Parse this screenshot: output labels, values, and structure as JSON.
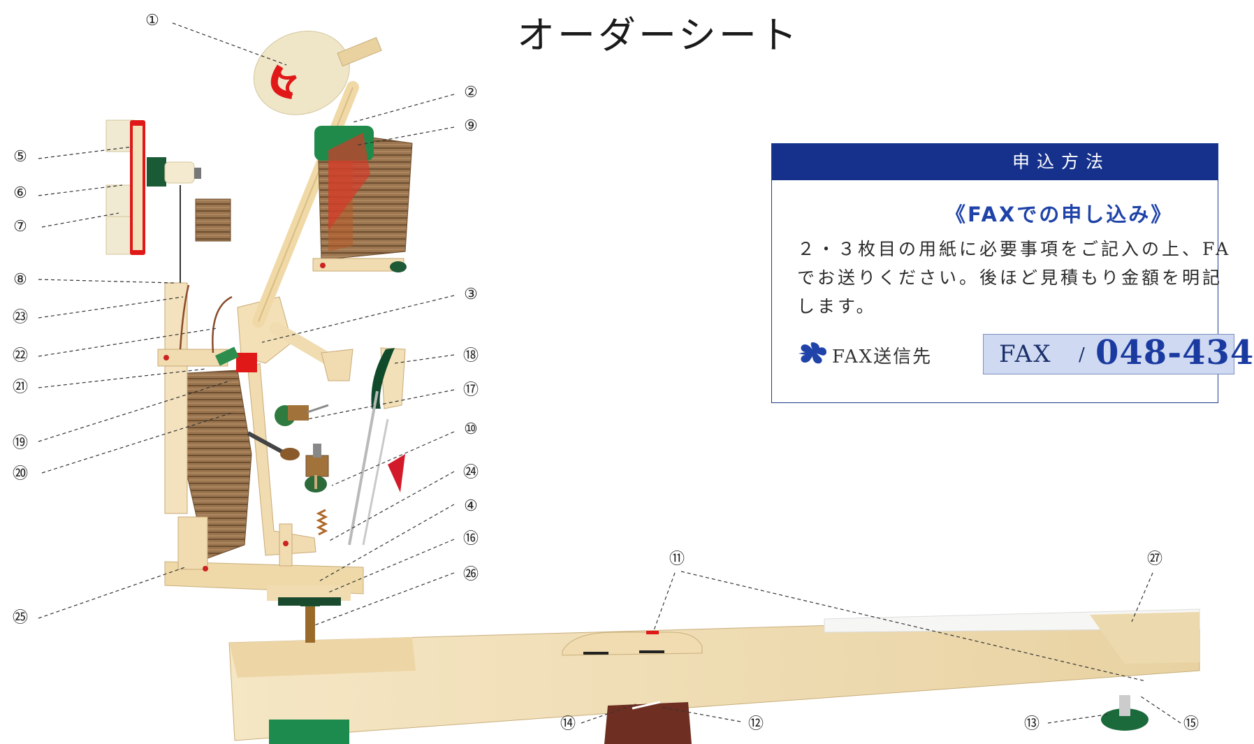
{
  "title": "オーダーシート",
  "callouts": [
    "①",
    "②",
    "⑨",
    "⑤",
    "⑥",
    "⑦",
    "⑧",
    "㉓",
    "㉒",
    "㉑",
    "⑲",
    "⑳",
    "③",
    "⑱",
    "⑰",
    "⑩",
    "㉔",
    "④",
    "⑯",
    "㉖",
    "㉕",
    "⑪",
    "㉗",
    "⑭",
    "⑫",
    "⑬",
    "⑮"
  ],
  "panel": {
    "heading": "申込方法",
    "subheading": "《FAXでの申し込み》",
    "body_lines": [
      "２・３枚目の用紙に必要事項をご記入の上、FA",
      "でお送りください。後ほど見積もり金額を明記",
      "します。"
    ],
    "fax_label": "FAX送信先",
    "fax_prefix": "FAX",
    "fax_slash": "/",
    "fax_number": "048-434"
  },
  "colors": {
    "panel_header": "#15318c",
    "accent_blue": "#1f43a8",
    "fax_box": "#cfd9f2",
    "felt_red": "#d9242b",
    "felt_green": "#1c7a4a",
    "wood_light": "#f1dfb6",
    "wood_dark": "#8a6a45"
  },
  "icons": [
    "piano-action-illustration",
    "fax-arrow-icon"
  ]
}
